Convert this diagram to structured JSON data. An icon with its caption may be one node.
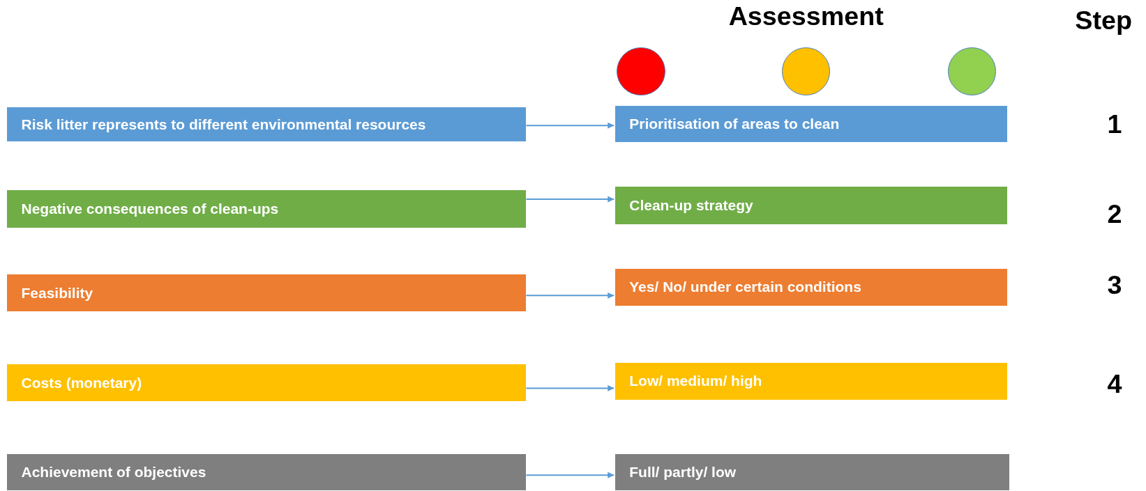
{
  "diagram": {
    "nodes": [
      {
        "text": [],
        "shape": "circle"
      },
      {
        "text": [],
        "shape": "circle"
      },
      {
        "text": [],
        "shape": "circle"
      },
      {
        "text": [
          "Risk litter represents to different environmental resources"
        ]
      },
      {
        "text": [
          "Prioritisation of areas to clean"
        ]
      },
      {
        "text": [
          "Negative consequences of clean-ups"
        ]
      },
      {
        "text": [
          "Clean-up strategy"
        ]
      },
      {
        "text": [
          "Feasibility"
        ]
      },
      {
        "text": [
          "Yes/ No/ under certain conditions"
        ]
      },
      {
        "text": [
          "Costs (monetary)"
        ]
      },
      {
        "text": [
          "Low/ medium/ high"
        ]
      },
      {
        "text": [
          "Achievement of objectives"
        ]
      },
      {
        "text": [
          "Full/ partly/ low"
        ]
      }
    ],
    "edges": [
      {
        "from": 3,
        "to": 4,
        "arrow": "to"
      },
      {
        "from": 5,
        "to": 6,
        "arrow": "to"
      },
      {
        "from": 7,
        "to": 8,
        "arrow": "to"
      },
      {
        "from": 9,
        "to": 10,
        "arrow": "to"
      },
      {
        "from": 11,
        "to": 12,
        "arrow": "to"
      }
    ],
    "labels": [
      "Assessment",
      "Step",
      "1",
      "2",
      "3",
      "4"
    ]
  }
}
